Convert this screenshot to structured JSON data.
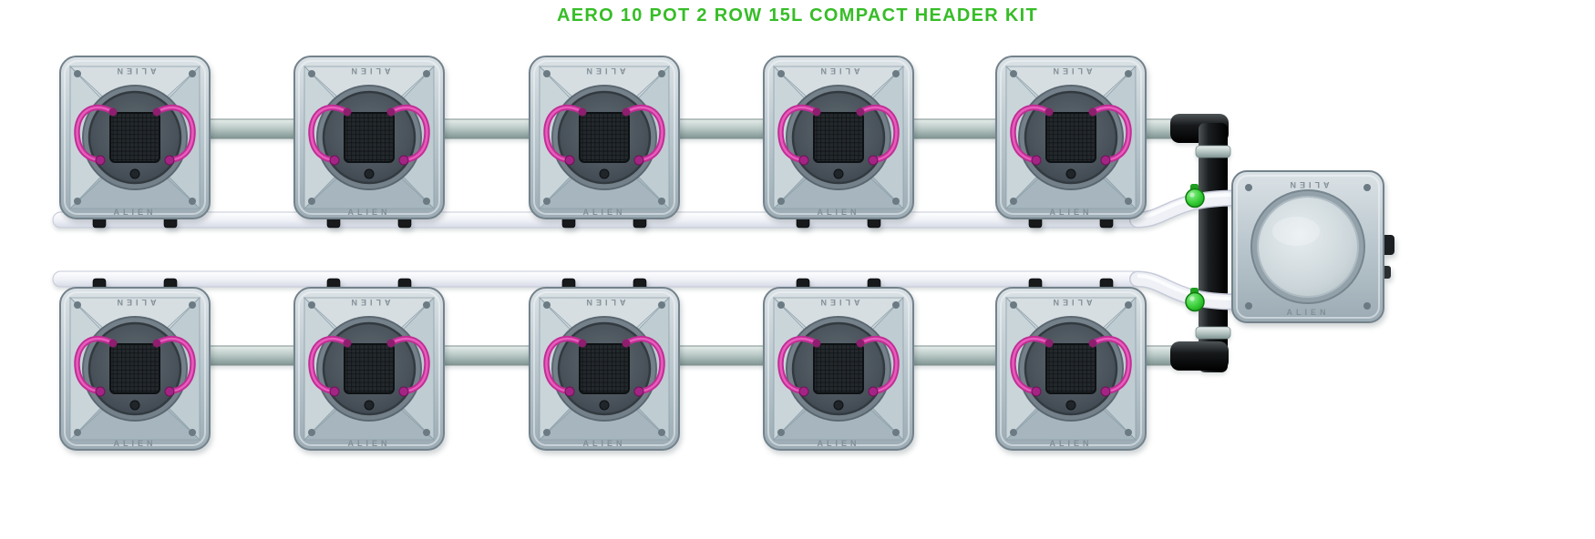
{
  "title": {
    "text": "AERO 10 POT 2 ROW 15L COMPACT HEADER KIT",
    "color": "#36bd27"
  },
  "branding": {
    "pot_label": "ALIEN",
    "tank_label": "ALIEN"
  },
  "kit": {
    "pot_count": 10,
    "rows": 2,
    "pots_per_row": 5,
    "pot_volume": "15L",
    "pots": [
      {
        "id": "pot-1",
        "row": 1,
        "col": 1
      },
      {
        "id": "pot-2",
        "row": 1,
        "col": 2
      },
      {
        "id": "pot-3",
        "row": 1,
        "col": 3
      },
      {
        "id": "pot-4",
        "row": 1,
        "col": 4
      },
      {
        "id": "pot-5",
        "row": 1,
        "col": 5
      },
      {
        "id": "pot-6",
        "row": 2,
        "col": 1
      },
      {
        "id": "pot-7",
        "row": 2,
        "col": 2
      },
      {
        "id": "pot-8",
        "row": 2,
        "col": 3
      },
      {
        "id": "pot-9",
        "row": 2,
        "col": 4
      },
      {
        "id": "pot-10",
        "row": 2,
        "col": 5
      }
    ],
    "tank": {
      "id": "header-tank"
    }
  },
  "colors": {
    "title_green": "#36bd27",
    "pot_body_gray": "#b9c6cd",
    "basket_dark": "#49525a",
    "mesh_black": "#23282c",
    "tube_pink": "#d4349e",
    "return_pipe_gray": "#bccbc8",
    "feed_pipe_white": "#eef0f6",
    "fitting_black": "#17191b",
    "valve_green": "#35cc35"
  }
}
